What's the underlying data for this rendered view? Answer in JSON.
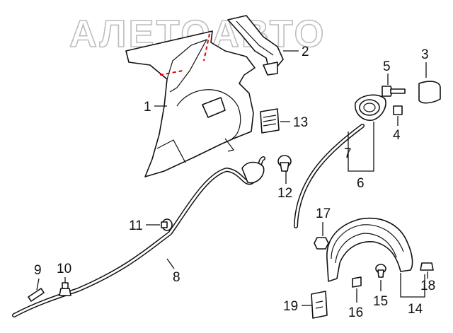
{
  "watermark": {
    "text": "АЛЕТОАВТО"
  },
  "callouts": [
    {
      "id": "1",
      "label": "1"
    },
    {
      "id": "2",
      "label": "2"
    },
    {
      "id": "3",
      "label": "3"
    },
    {
      "id": "4",
      "label": "4"
    },
    {
      "id": "5",
      "label": "5"
    },
    {
      "id": "6",
      "label": "6"
    },
    {
      "id": "7",
      "label": "7"
    },
    {
      "id": "8",
      "label": "8"
    },
    {
      "id": "9",
      "label": "9"
    },
    {
      "id": "10",
      "label": "10"
    },
    {
      "id": "11",
      "label": "11"
    },
    {
      "id": "12",
      "label": "12"
    },
    {
      "id": "13",
      "label": "13"
    },
    {
      "id": "14",
      "label": "14"
    },
    {
      "id": "15",
      "label": "15"
    },
    {
      "id": "16",
      "label": "16"
    },
    {
      "id": "17",
      "label": "17"
    },
    {
      "id": "18",
      "label": "18"
    },
    {
      "id": "19",
      "label": "19"
    }
  ],
  "colors": {
    "line": "#111111",
    "cut_line": "#e00000",
    "watermark": "#bdbdbd"
  }
}
